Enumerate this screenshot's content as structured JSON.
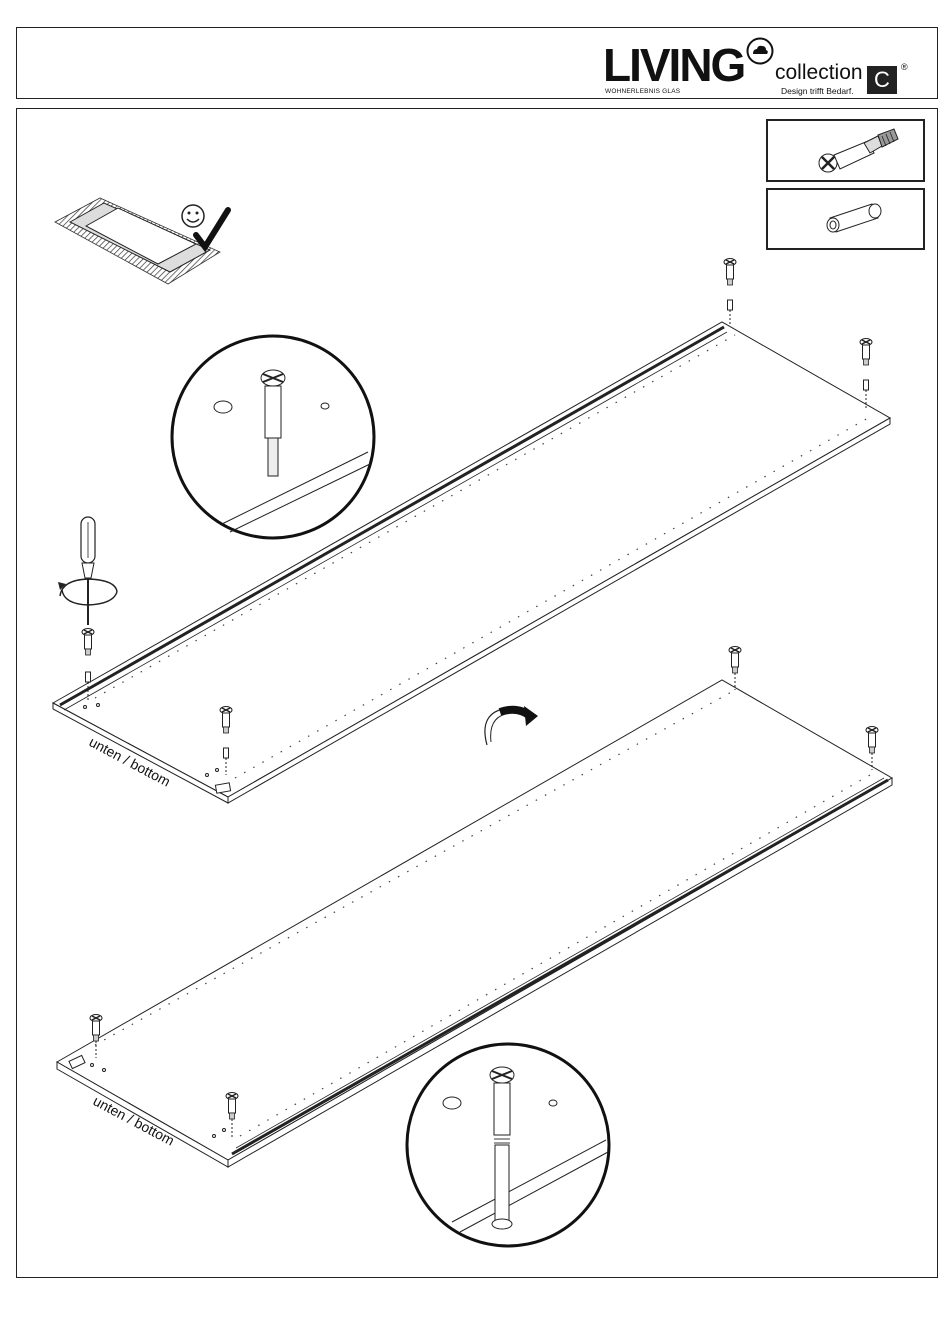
{
  "brand": {
    "name": "LIVING",
    "subline": "WOHNERLEBNIS GLAS",
    "collection": "collection",
    "tagline": "Design trifft Bedarf.",
    "c_mark": "C",
    "registered": "®"
  },
  "labels": {
    "panel_top_bottom": "unten / bottom",
    "panel_bottom_bottom": "unten / bottom"
  },
  "icons": {
    "mat": "smiley-checkmark-mat-icon",
    "screwdriver": "screwdriver-rotate-icon",
    "flip": "flip-arrow-icon",
    "cam_dowel": "cam-dowel-icon",
    "sleeve": "sleeve-icon"
  },
  "colors": {
    "line": "#222222",
    "background": "#ffffff"
  }
}
